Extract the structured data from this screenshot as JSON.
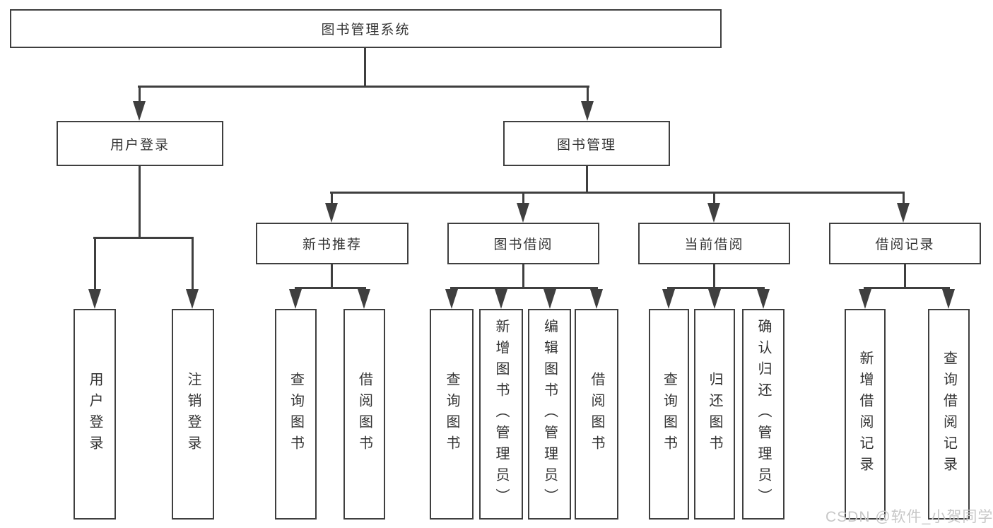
{
  "tree": {
    "root": {
      "label": "图书管理系统",
      "children": [
        {
          "label": "用户登录",
          "children": [
            {
              "label": "用户登录"
            },
            {
              "label": "注销登录"
            }
          ]
        },
        {
          "label": "图书管理",
          "children": [
            {
              "label": "新书推荐",
              "children": [
                {
                  "label": "查询图书"
                },
                {
                  "label": "借阅图书"
                }
              ]
            },
            {
              "label": "图书借阅",
              "children": [
                {
                  "label": "查询图书"
                },
                {
                  "label": "新增图书（管理员）"
                },
                {
                  "label": "编辑图书（管理员）"
                },
                {
                  "label": "借阅图书"
                }
              ]
            },
            {
              "label": "当前借阅",
              "children": [
                {
                  "label": "查询图书"
                },
                {
                  "label": "归还图书"
                },
                {
                  "label": "确认归还（管理员）"
                }
              ]
            },
            {
              "label": "借阅记录",
              "children": [
                {
                  "label": "新增借阅记录"
                },
                {
                  "label": "查询借阅记录"
                }
              ]
            }
          ]
        }
      ]
    }
  },
  "watermark": {
    "text": "CSDN @软件_小贺同学"
  },
  "colors": {
    "line": "#3f3f3f",
    "text": "#333333",
    "watermark": "#c7c7c7",
    "background": "#ffffff"
  }
}
